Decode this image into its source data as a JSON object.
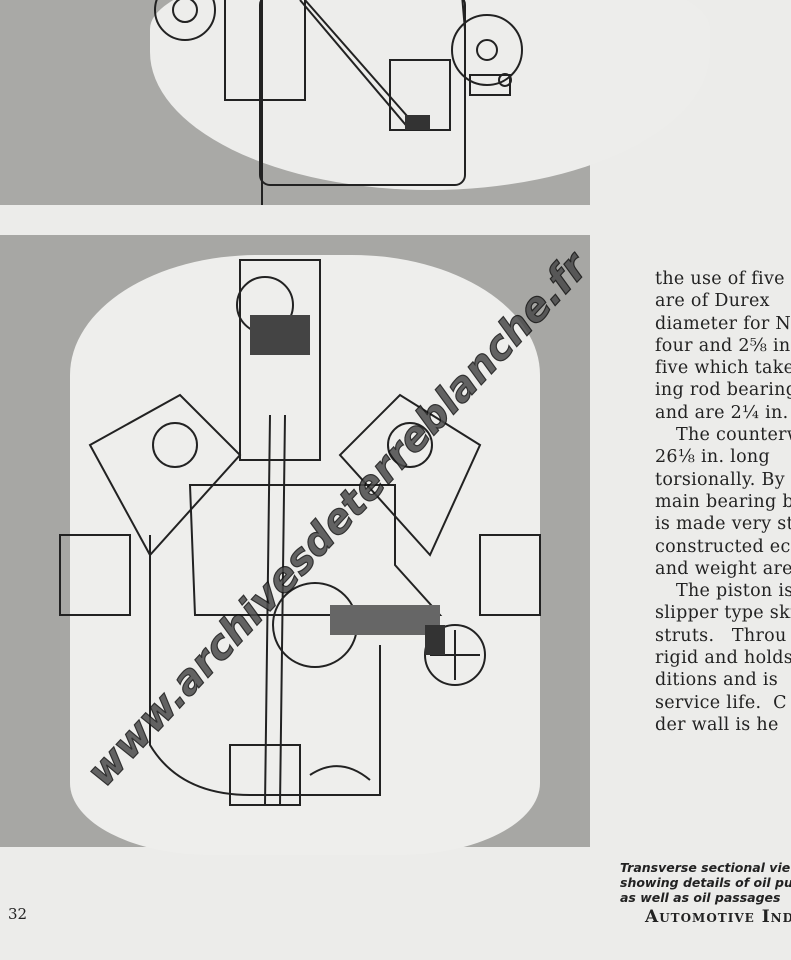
{
  "figures": {
    "top": {
      "name": "engine-front-view-drawing"
    },
    "main": {
      "name": "transverse-section-drawing"
    }
  },
  "body_text": {
    "lines": [
      "the use of five",
      "are of Durex",
      "diameter for N",
      "four and 2⅝ in",
      "five which take",
      "ing rod bearing",
      "and are 2¼ in.",
      "The counterw",
      "26⅛ in. long",
      "torsionally. By",
      "main bearing b",
      "is made very st",
      "constructed eco",
      "and weight are",
      "The piston is",
      "slipper type ski",
      "struts.   Throu",
      "rigid and holds",
      "ditions and is",
      "service life.  C",
      "der wall is he"
    ]
  },
  "caption": {
    "lines": [
      "Transverse sectional view",
      "showing details of oil pur",
      "as well as oil passages"
    ]
  },
  "page_number": "32",
  "footer": "Automotive Indu",
  "watermark": "www.archivesdeterreblanche.fr"
}
